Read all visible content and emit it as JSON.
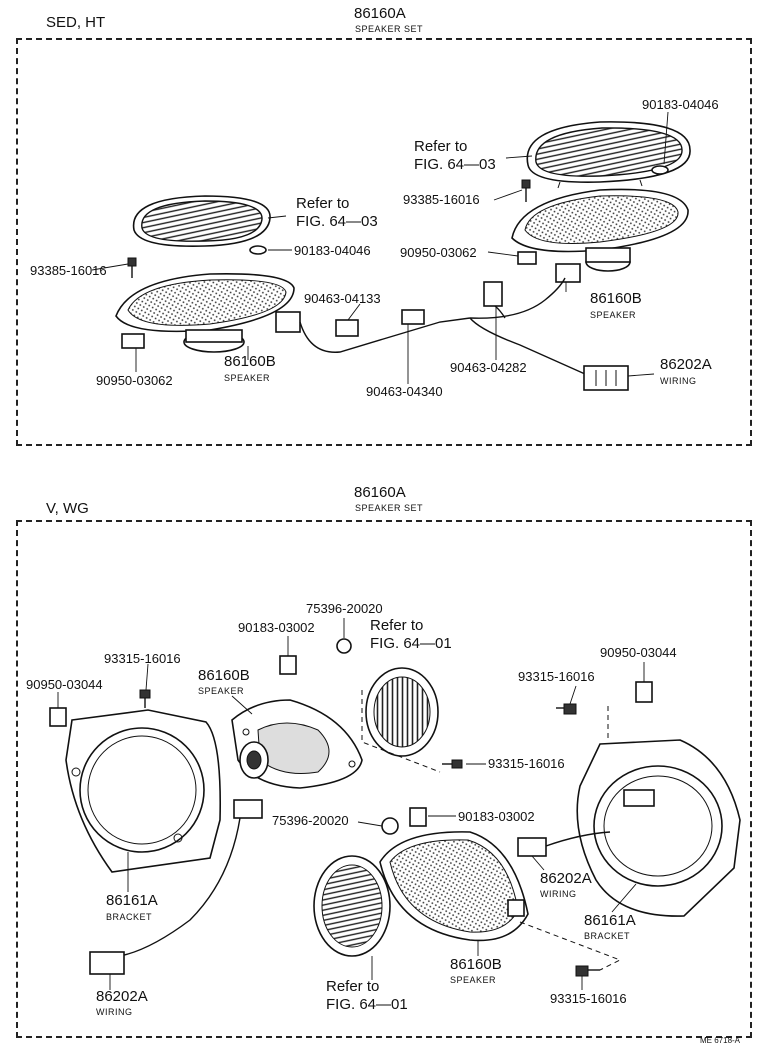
{
  "sections": [
    {
      "variant": "SED, HT",
      "set_number": "86160A",
      "set_name": "SPEAKER SET",
      "labels": {
        "clip_right_top": "90183-04046",
        "refer_right_1": "Refer to",
        "refer_right_2": "FIG. 64—03",
        "screw_right": "93385-16016",
        "refer_left_1": "Refer to",
        "refer_left_2": "FIG. 64—03",
        "clip_left": "90183-04046",
        "clamp_right": "90950-03062",
        "screw_left": "93385-16016",
        "clamp_04133": "90463-04133",
        "speaker_right_num": "86160B",
        "speaker_right_name": "SPEAKER",
        "clamp_04282": "90463-04282",
        "speaker_left_num": "86160B",
        "speaker_left_name": "SPEAKER",
        "wiring_num": "86202A",
        "wiring_name": "WIRING",
        "clamp_left": "90950-03062",
        "clamp_04340": "90463-04340"
      }
    },
    {
      "variant": "V, WG",
      "set_number": "86160A",
      "set_name": "SPEAKER SET",
      "labels": {
        "nut_top": "75396-20020",
        "clip_03002_top": "90183-03002",
        "refer_top_1": "Refer to",
        "refer_top_2": "FIG. 64—01",
        "screw_left": "93315-16016",
        "speaker_top_num": "86160B",
        "speaker_top_name": "SPEAKER",
        "clamp_right": "90950-03044",
        "clamp_left": "90950-03044",
        "screw_right": "93315-16016",
        "screw_mid": "93315-16016",
        "nut_mid": "75396-20020",
        "clip_03002_mid": "90183-03002",
        "wiring_right_num": "86202A",
        "wiring_right_name": "WIRING",
        "bracket_left_num": "86161A",
        "bracket_left_name": "BRACKET",
        "bracket_right_num": "86161A",
        "bracket_right_name": "BRACKET",
        "refer_bottom_1": "Refer to",
        "refer_bottom_2": "FIG. 64—01",
        "speaker_bottom_num": "86160B",
        "speaker_bottom_name": "SPEAKER",
        "wiring_left_num": "86202A",
        "wiring_left_name": "WIRING",
        "screw_bottom": "93315-16016"
      }
    }
  ],
  "footer_code": "ME 6718-A"
}
